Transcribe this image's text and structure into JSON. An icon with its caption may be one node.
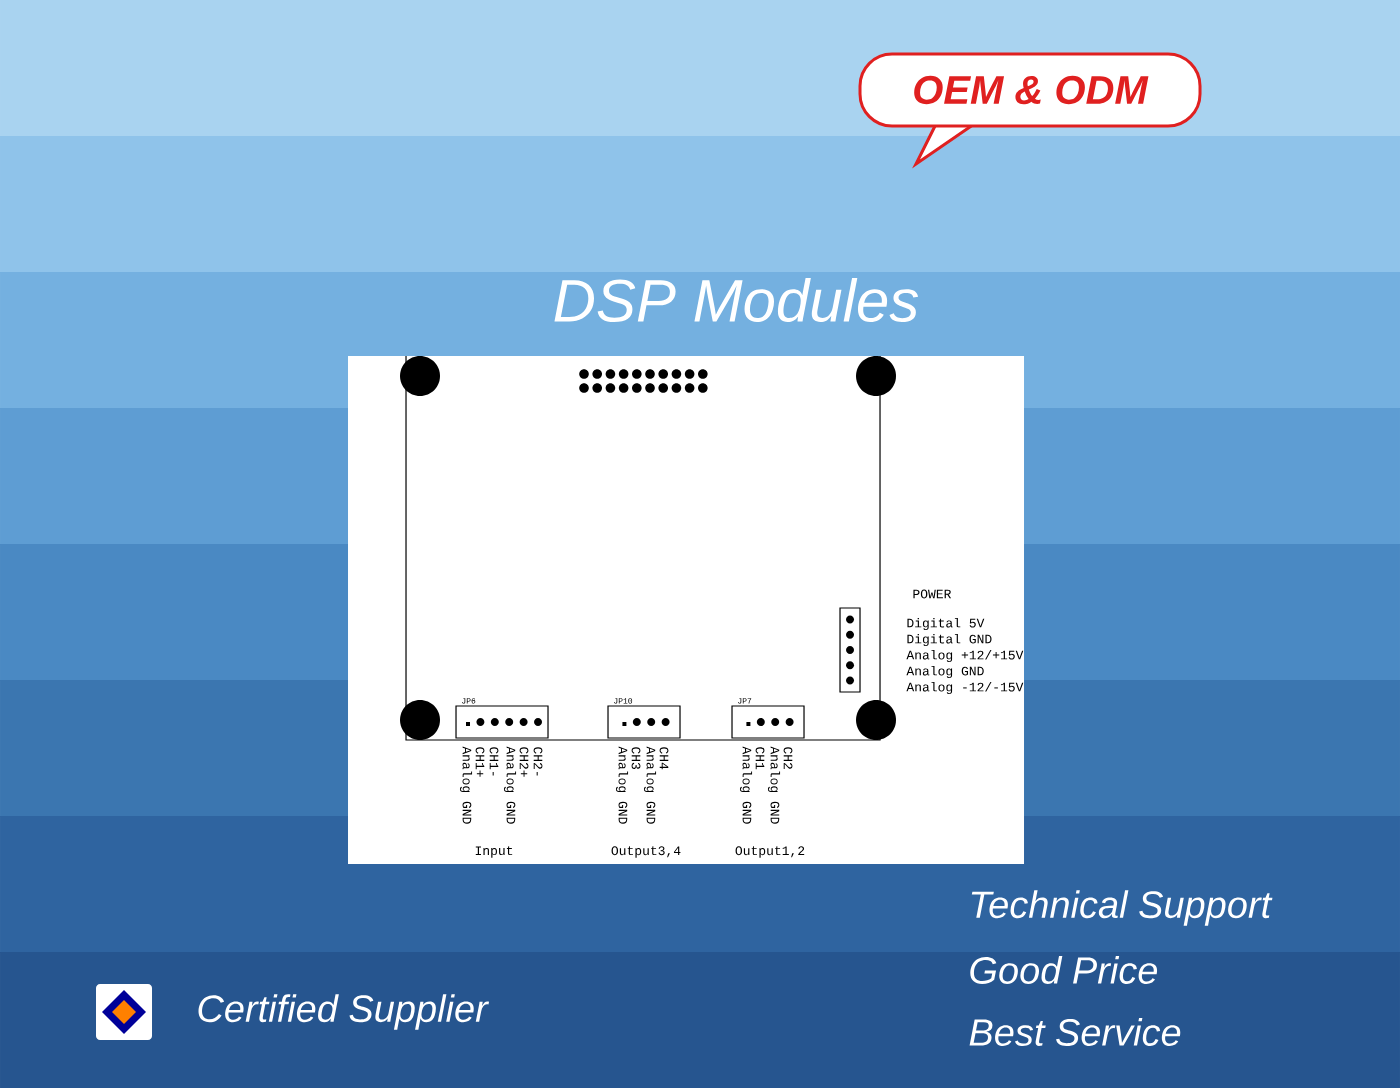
{
  "diagram": {
    "title": "DSP Modules",
    "nodes": [
      {
        "text": [
          "OEM & ODM"
        ]
      },
      {
        "text": [],
        "shape": "box"
      },
      {
        "text": [],
        "shape": "box",
        "in": 1
      },
      {
        "text": [],
        "shape": "box",
        "in": 1,
        "beside": [
          "JP6"
        ]
      },
      {
        "text": [],
        "shape": "box",
        "in": 1,
        "beside": [
          "JP10"
        ]
      },
      {
        "text": [],
        "shape": "box",
        "in": 1,
        "beside": [
          "JP7"
        ]
      }
    ],
    "labels": [
      "POWER",
      "Digital 5V",
      "Digital GND",
      "Analog +12/+15V",
      "Analog GND",
      "Analog -12/-15V",
      "Analog GND",
      "CH1+",
      "CH1-",
      "Analog GND",
      "CH2+",
      "CH2-",
      "Input",
      "Analog GND",
      "CH3",
      "Analog GND",
      "CH4",
      "Output3,4",
      "Analog GND",
      "CH1",
      "Analog GND",
      "CH2",
      "Output1,2",
      "Technical Support",
      "Good Price",
      "Best Service",
      "Certified Supplier"
    ]
  }
}
